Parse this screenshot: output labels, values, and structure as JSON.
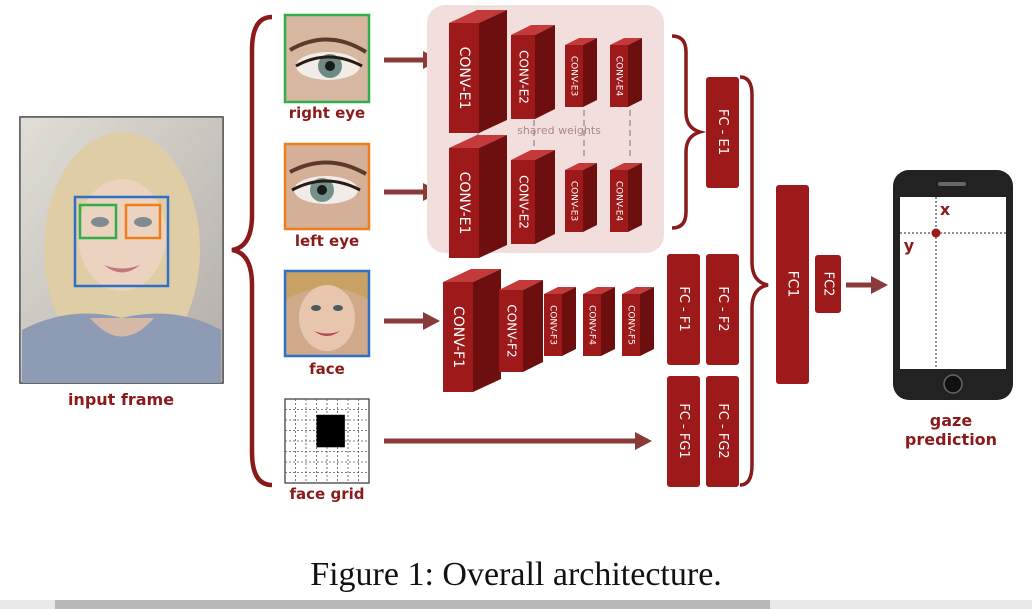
{
  "colors": {
    "accent": "#8b1a1a",
    "block_front": "#9e1a1a",
    "block_top": "#c43a3a",
    "block_side": "#6e0f0f",
    "panel_bg": "#f3dede",
    "eye_box_green": "#2fae4a",
    "eye_box_orange": "#f07c1a",
    "face_box_blue": "#2f6fc7"
  },
  "labels": {
    "input_frame": "input frame",
    "right_eye": "right eye",
    "left_eye": "left eye",
    "face": "face",
    "face_grid": "face grid",
    "gaze_line1": "gaze",
    "gaze_line2": "prediction",
    "shared_weights": "shared weights",
    "phone_x": "x",
    "phone_y": "y"
  },
  "layers": {
    "eye_top": [
      "CONV-E1",
      "CONV-E2",
      "CONV-E3",
      "CONV-E4"
    ],
    "eye_bottom": [
      "CONV-E1",
      "CONV-E2",
      "CONV-E3",
      "CONV-E4"
    ],
    "face": [
      "CONV-F1",
      "CONV-F2",
      "CONV-F3",
      "CONV-F4",
      "CONV-F5"
    ],
    "fc_e1": "FC - E1",
    "fc_f1": "FC - F1",
    "fc_f2": "FC - F2",
    "fc_fg1": "FC - FG1",
    "fc_fg2": "FC - FG2",
    "fc1": "FC1",
    "fc2": "FC2"
  },
  "caption": "Figure 1: Overall architecture."
}
